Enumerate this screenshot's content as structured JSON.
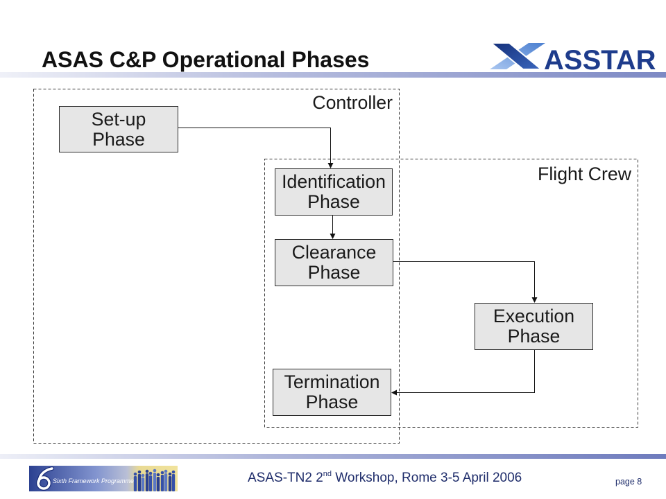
{
  "slide": {
    "title": "ASAS C&P Operational Phases"
  },
  "logo": {
    "wordmark": "ASSTAR"
  },
  "diagram": {
    "regions": [
      {
        "label": "Controller"
      },
      {
        "label": "Flight Crew"
      }
    ],
    "phases": [
      {
        "lines": [
          "Set-up",
          "Phase"
        ]
      },
      {
        "lines": [
          "Identification",
          "Phase"
        ]
      },
      {
        "lines": [
          "Clearance",
          "Phase"
        ]
      },
      {
        "lines": [
          "Execution",
          "Phase"
        ]
      },
      {
        "lines": [
          "Termination",
          "Phase"
        ]
      }
    ],
    "arrows": [
      {
        "from": 0,
        "to": 1
      },
      {
        "from": 1,
        "to": 2
      },
      {
        "from": 2,
        "to": 3
      },
      {
        "from": 3,
        "to": 4
      }
    ]
  },
  "footer": {
    "programme_logo_text": "Sixth Framework Programme",
    "event_caption": {
      "before_superscript": "ASAS-TN2 2",
      "superscript": "nd",
      "after_superscript": " Workshop, Rome 3-5 April 2006"
    },
    "page_label": "page 8"
  },
  "colors": {
    "title": "#111111",
    "text": "#1a1a1a",
    "phase_fill": "#e6e6e6",
    "phase_border": "#2a2a2a",
    "header_bar": "#7d89c4",
    "footer_bar": "#6e7bbd",
    "footer_text": "#1f2d6b",
    "logo_blue": "#1e3c8c",
    "logo_light_blue": "#5f8ed6"
  }
}
